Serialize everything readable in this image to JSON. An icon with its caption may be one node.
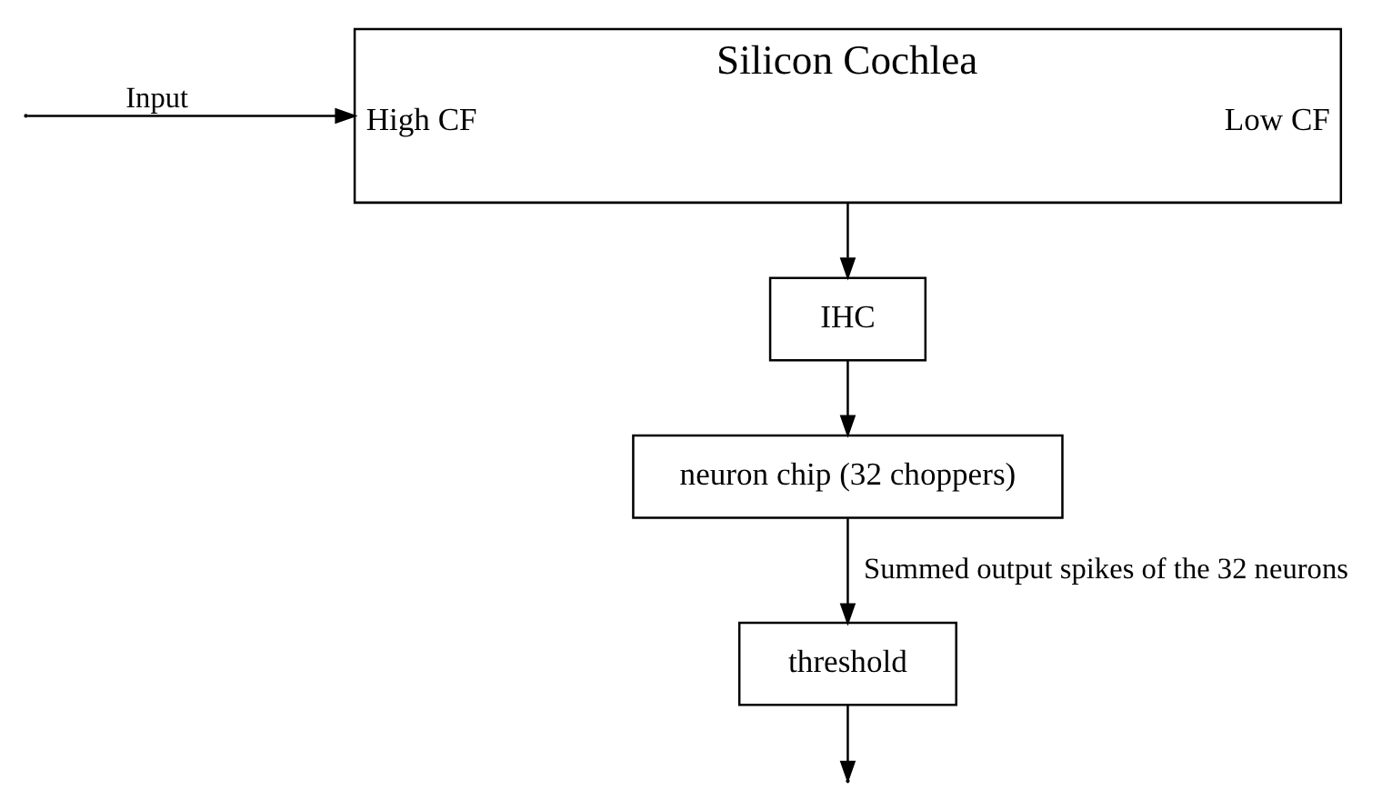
{
  "diagram": {
    "nodes": [
      {
        "text": [
          "Silicon Cochlea",
          "High CF",
          "Low CF"
        ]
      },
      {
        "text": [
          "IHC"
        ]
      },
      {
        "text": [
          "neuron chip (32 choppers)"
        ]
      },
      {
        "text": [
          "threshold"
        ]
      }
    ],
    "edges": [
      {
        "from": null,
        "to": 0,
        "arrow": "to",
        "label": "Input"
      },
      {
        "from": 0,
        "to": 1,
        "arrow": "to"
      },
      {
        "from": 1,
        "to": 2,
        "arrow": "to"
      },
      {
        "from": 2,
        "to": 3,
        "arrow": "to",
        "label": "Summed output spikes of the 32 neurons"
      },
      {
        "from": 3,
        "to": null,
        "arrow": "to"
      }
    ]
  }
}
